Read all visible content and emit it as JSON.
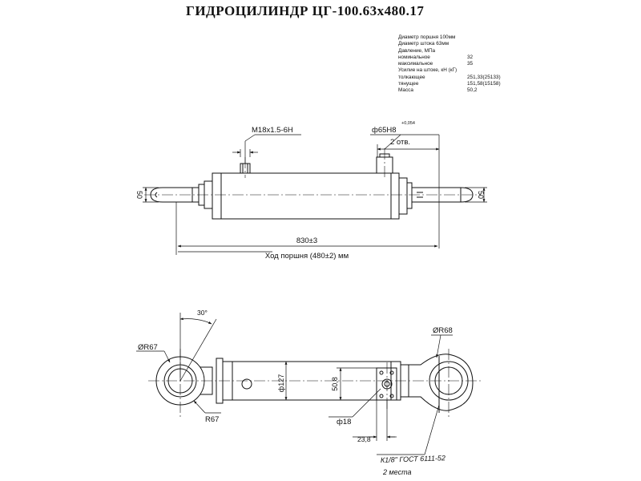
{
  "title": "ГИДРОЦИЛИНДР  ЦГ-100.63х480.17",
  "specs": [
    {
      "label": "Диаметр поршня 100мм",
      "value": ""
    },
    {
      "label": "Диаметр штока 63мм",
      "value": ""
    },
    {
      "label": "Давление, МПа",
      "value": ""
    },
    {
      "label": "номинальное",
      "value": "32"
    },
    {
      "label": "максимальное",
      "value": "35"
    },
    {
      "label": "Усилие на штоке, кН (кГ)",
      "value": ""
    },
    {
      "label": "толкающее",
      "value": "251,33(25133)"
    },
    {
      "label": "тянущее",
      "value": "151,58(15158)"
    },
    {
      "label": "Масса",
      "value": "50,2"
    }
  ],
  "dims": {
    "thread": "M18х1.5-6H",
    "pin_dia": "ф65H8",
    "pin_tol": "+0,054",
    "holes": "2 отв.",
    "left_eye": "50",
    "right_eye": "50",
    "length": "830±3",
    "stroke": "Ход поршня (480±2) мм",
    "angle": "30°",
    "r67_top": "ØR67",
    "r67_bottom": "R67",
    "r68": "ØR68",
    "dia127": "ф127",
    "port_width": "50,8",
    "port_dia": "ф18",
    "port_offset": "23,8",
    "port_std": "К1/8\" ГОСТ 6111-52",
    "port_count": "2 места"
  }
}
